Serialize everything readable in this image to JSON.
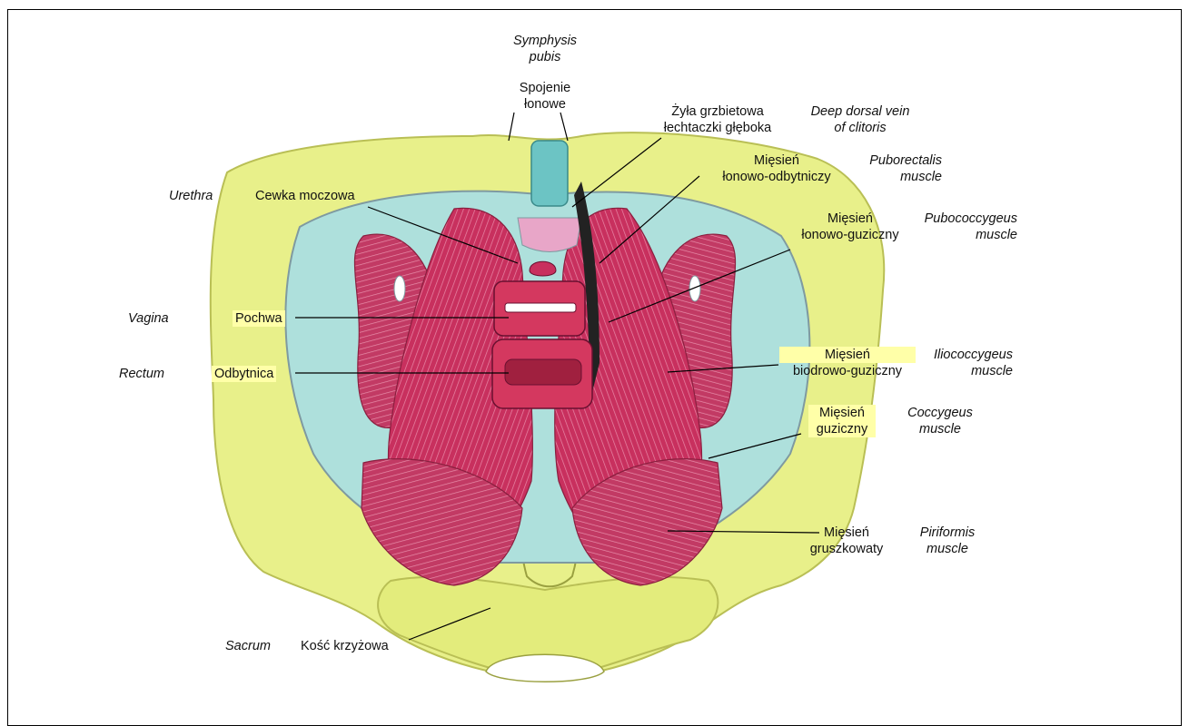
{
  "labels": {
    "symphysis_en_1": "Symphysis",
    "symphysis_en_2": "pubis",
    "symphysis_pl_1": "Spojenie",
    "symphysis_pl_2": "łonowe",
    "dorsal_vein_pl_1": "Żyła grzbietowa",
    "dorsal_vein_pl_2": "łechtaczki głęboka",
    "dorsal_vein_en_1": "Deep dorsal vein",
    "dorsal_vein_en_2": "of clitoris",
    "puborectalis_pl_1": "Mięsień",
    "puborectalis_pl_2": "łonowo-odbytniczy",
    "puborectalis_en_1": "Puborectalis",
    "puborectalis_en_2": "muscle",
    "urethra_en": "Urethra",
    "urethra_pl": "Cewka moczowa",
    "pubococcygeus_pl_1": "Mięsień",
    "pubococcygeus_pl_2": "łonowo-guziczny",
    "pubococcygeus_en_1": "Pubococcygeus",
    "pubococcygeus_en_2": "muscle",
    "vagina_en": "Vagina",
    "vagina_pl": "Pochwa",
    "rectum_en": "Rectum",
    "rectum_pl": "Odbytnica",
    "iliococcygeus_pl_1": "Mięsień",
    "iliococcygeus_pl_2": "biodrowo-guziczny",
    "iliococcygeus_en_1": "Iliococcygeus",
    "iliococcygeus_en_2": "muscle",
    "coccygeus_pl_1": "Mięsień",
    "coccygeus_pl_2": "guziczny",
    "coccygeus_en_1": "Coccygeus",
    "coccygeus_en_2": "muscle",
    "piriformis_pl_1": "Mięsień",
    "piriformis_pl_2": "gruszkowaty",
    "piriformis_en_1": "Piriformis",
    "piriformis_en_2": "muscle",
    "sacrum_en": "Sacrum",
    "sacrum_pl": "Kość krzyżowa"
  },
  "colors": {
    "bone": "#e8f08a",
    "bone_edge": "#b9bf55",
    "muscle": "#c8305e",
    "muscle_light": "#dc5a82",
    "fascia": "#aee0dc",
    "leader": "#000000"
  }
}
